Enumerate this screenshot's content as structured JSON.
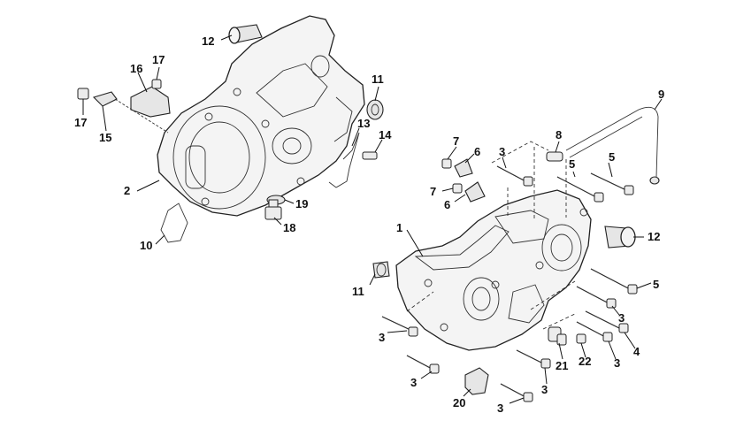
{
  "callouts": {
    "c1": "1",
    "c2": "2",
    "c3a": "3",
    "c3b": "3",
    "c3c": "3",
    "c3d": "3",
    "c3e": "3",
    "c3f": "3",
    "c3g": "3",
    "c4": "4",
    "c5a": "5",
    "c5b": "5",
    "c5c": "5",
    "c6a": "6",
    "c6b": "6",
    "c7a": "7",
    "c7b": "7",
    "c8": "8",
    "c9": "9",
    "c10": "10",
    "c11a": "11",
    "c11b": "11",
    "c12a": "12",
    "c12b": "12",
    "c13": "13",
    "c14": "14",
    "c15": "15",
    "c16": "16",
    "c17a": "17",
    "c17b": "17",
    "c18": "18",
    "c19": "19",
    "c20": "20",
    "c21": "21",
    "c22": "22"
  }
}
